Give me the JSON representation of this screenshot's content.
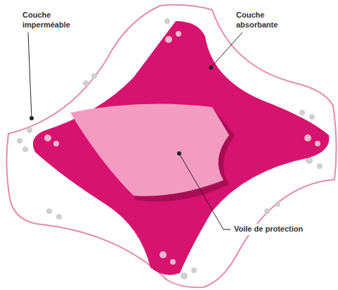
{
  "diagram": {
    "labels": [
      "Couche imperméable",
      "Couche absorbante",
      "Voile de protection"
    ]
  }
}
